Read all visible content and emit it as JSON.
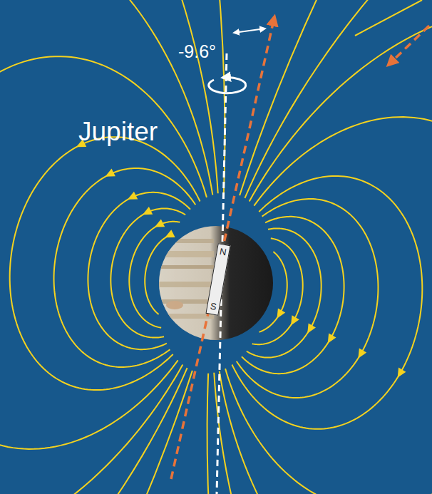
{
  "diagram": {
    "nodes": [
      {
        "text": [
          "N",
          "S"
        ]
      }
    ],
    "labels": [
      "-9.6°",
      "Jupiter"
    ]
  }
}
